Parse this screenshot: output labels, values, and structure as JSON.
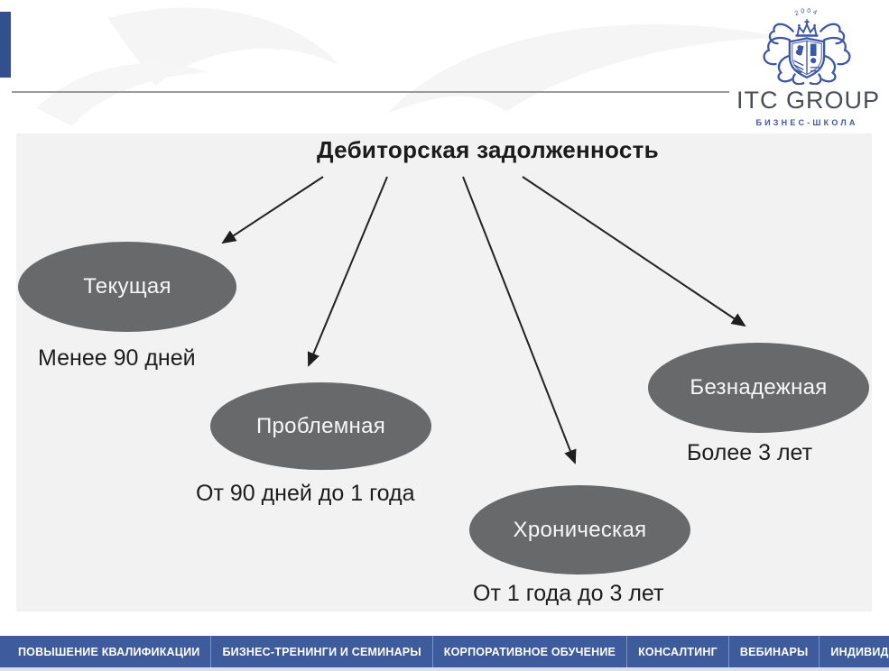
{
  "header": {
    "logo": {
      "name": "ITC GROUP",
      "subtitle": "БИЗНЕС-ШКОЛА",
      "year": "2004",
      "crest_color": "#3c57a5"
    },
    "accent_color": "#33508e",
    "divider_color": "#9a9a9a"
  },
  "diagram": {
    "title": "Дебиторская задолженность",
    "background": "#f2f2f2",
    "node_color": "#68696b",
    "node_text_color": "#f7f7f7",
    "arrow_color": "#222222",
    "nodes": [
      {
        "label": "Текущая",
        "sublabel": "Менее 90 дней"
      },
      {
        "label": "Проблемная",
        "sublabel": "От 90 дней до 1 года"
      },
      {
        "label": "Хроническая",
        "sublabel": "От 1 года до 3 лет"
      },
      {
        "label": "Безнадежная",
        "sublabel": "Более 3 лет"
      }
    ]
  },
  "footer": {
    "background": "#3e5c9c",
    "divider_color": "#8093bf",
    "items": [
      "ПОВЫШЕНИЕ КВАЛИФИКАЦИИ",
      "БИЗНЕС-ТРЕНИНГИ И СЕМИНАРЫ",
      "КОРПОРАТИВНОЕ ОБУЧЕНИЕ",
      "КОНСАЛТИНГ",
      "ВЕБИНАРЫ",
      "ИНДИВИДУАЛЬНОЕ ОБУЧЕНИЕ"
    ]
  }
}
